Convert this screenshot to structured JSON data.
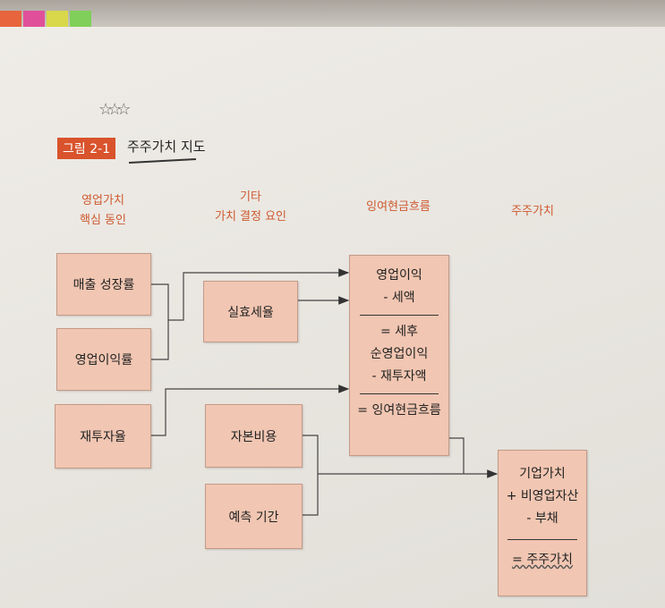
{
  "figure": {
    "label": "그림 2-1",
    "title": "주주가치 지도"
  },
  "columns": [
    {
      "line1": "영업가치",
      "line2": "핵심 동인"
    },
    {
      "line1": "기타",
      "line2": "가치 결정 요인"
    },
    {
      "line1": "잉여현금흐름"
    },
    {
      "line1": "주주가치"
    }
  ],
  "drivers": [
    "매출 성장률",
    "영업이익률",
    "재투자율"
  ],
  "other_factors": [
    "실효세율",
    "자본비용",
    "예측 기간"
  ],
  "fcf_box": {
    "lines_a": [
      "영업이익",
      "- 세액"
    ],
    "lines_b": [
      "= 세후",
      "순영업이익",
      "- 재투자액"
    ],
    "result": "= 잉여현금흐름"
  },
  "value_box": {
    "lines": [
      "기업가치",
      "+ 비영업자산",
      "- 부채"
    ],
    "result": "= 주주가치"
  },
  "colors": {
    "accent": "#d9532c",
    "box_fill": "#f1c6b2"
  }
}
